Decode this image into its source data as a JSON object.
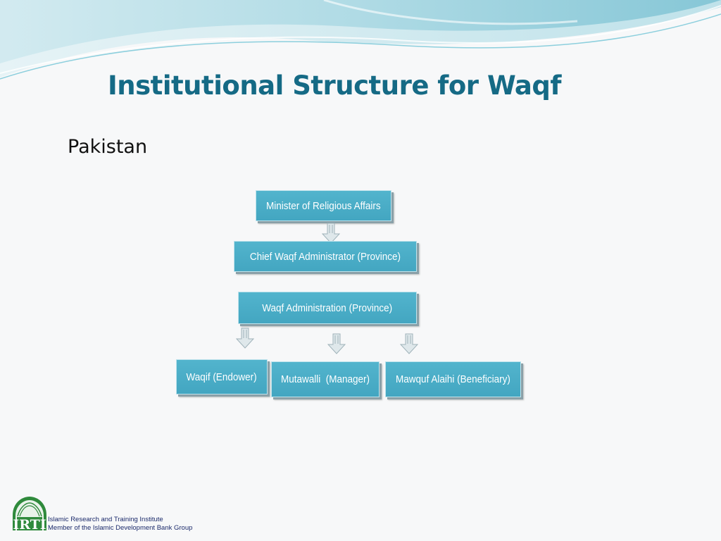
{
  "slide": {
    "title": "Institutional Structure for Waqf",
    "subtitle": "Pakistan"
  },
  "org_chart": {
    "level1": "Minister of Religious Affairs",
    "level2": "Chief Waqf Administrator (Province)",
    "level3": "Waqf Administration (Province)",
    "level4": [
      "Waqif (Endower)",
      "Mutawalli  (Manager)",
      "Mawquf Alaihi (Beneficiary)"
    ]
  },
  "footer": {
    "logo_letters": "IRTI",
    "line1": "Islamic Research and Training Institute",
    "line2": "Member of the Islamic Development Bank Group"
  },
  "colors": {
    "title": "#156a85",
    "box": "#4aaec8",
    "arrow": "#c9d6db"
  }
}
